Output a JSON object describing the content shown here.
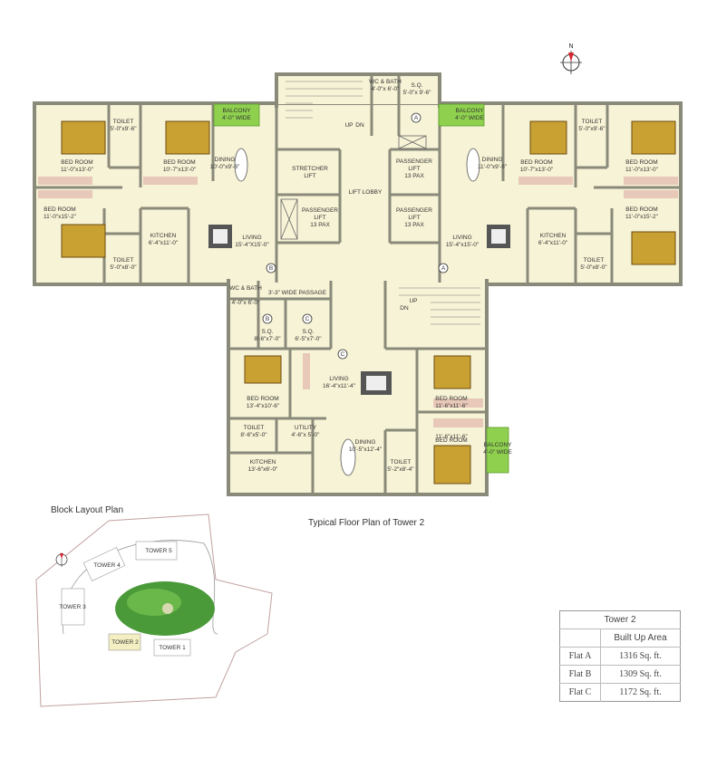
{
  "caption": "Typical Floor Plan of Tower 2",
  "block_layout_title": "Block Layout Plan",
  "compass": "N",
  "colors": {
    "wall": "#8a8a7a",
    "floor": "#f7f3d6",
    "balcony": "#8fd14f",
    "bed": "#c9a032",
    "rug": "#e8c8b8",
    "frame": "#b7af8f"
  },
  "rooms": {
    "bed_a1": {
      "name": "BED ROOM",
      "dim": "11'-0\"x13'-0\""
    },
    "bed_a2": {
      "name": "BED ROOM",
      "dim": "10'-7\"x13'-0\""
    },
    "bed_a3": {
      "name": "BED ROOM",
      "dim": "11'-0\"x15'-2\""
    },
    "toilet_a1": {
      "name": "TOILET",
      "dim": "5'-0\"x9'-6\""
    },
    "toilet_a2": {
      "name": "TOILET",
      "dim": "5'-0\"x8'-0\""
    },
    "balcony_a": {
      "name": "BALCONY",
      "dim": "4'-0\" WIDE"
    },
    "dining_a": {
      "name": "DINING",
      "dim": "10'-0\"x9'-6\""
    },
    "kitchen_a": {
      "name": "KITCHEN",
      "dim": "6'-4\"x11'-0\""
    },
    "living_a": {
      "name": "LIVING",
      "dim": "15'-4\"X15'-0\""
    },
    "bed_r1": {
      "name": "BED ROOM",
      "dim": "10'-7\"x13'-0\""
    },
    "bed_r2": {
      "name": "BED ROOM",
      "dim": "11'-0\"x13'-0\""
    },
    "bed_r3": {
      "name": "BED ROOM",
      "dim": "11'-0\"x15'-2\""
    },
    "toilet_r1": {
      "name": "TOILET",
      "dim": "5'-0\"x9'-6\""
    },
    "toilet_r2": {
      "name": "TOILET",
      "dim": "5'-0\"x8'-0\""
    },
    "balcony_r": {
      "name": "BALCONY",
      "dim": "4'-0\" WIDE"
    },
    "dining_r": {
      "name": "DINING",
      "dim": "11'-0\"x9'-6\""
    },
    "kitchen_r": {
      "name": "KITCHEN",
      "dim": "6'-4\"x11'-0\""
    },
    "living_r": {
      "name": "LIVING",
      "dim": "15'-4\"x15'-0\""
    },
    "wc_top": {
      "name": "WC & BATH",
      "dim": "4'-0\"x 6'-0\""
    },
    "sq_top": {
      "name": "S.Q.",
      "dim": "5'-0\"x 9'-6\""
    },
    "stretcher": {
      "name": "STRETCHER",
      "sub": "LIFT"
    },
    "pass1": {
      "name": "PASSENGER",
      "sub": "LIFT",
      "cap": "13 PAX"
    },
    "pass2": {
      "name": "PASSENGER",
      "sub": "LIFT",
      "cap": "13 PAX"
    },
    "pass3": {
      "name": "PASSENGER",
      "sub": "LIFT",
      "cap": "13 PAX"
    },
    "lobby": {
      "name": "LIFT LOBBY"
    },
    "wc_c": {
      "name": "WC & BATH",
      "dim": "4'-0\"x 6'-0\""
    },
    "passage": {
      "name": "3'-3\" WIDE PASSAGE"
    },
    "sq_b": {
      "name": "S.Q.",
      "dim": "8'-6\"x7'-0\""
    },
    "sq_c": {
      "name": "S.Q.",
      "dim": "6'-5\"x7'-0\""
    },
    "bed_c1": {
      "name": "BED ROOM",
      "dim": "13'-4\"x10'-6\""
    },
    "living_c": {
      "name": "LIVING",
      "dim": "16'-4\"x11'-4\""
    },
    "bed_c2": {
      "name": "BED ROOM",
      "dim": "11'-6\"x11'-6\""
    },
    "bed_c3": {
      "name": "BED ROOM",
      "dim": "11'-6\"x11'-6\""
    },
    "toilet_c1": {
      "name": "TOILET",
      "dim": "8'-6\"x5'-0\""
    },
    "utility": {
      "name": "UTILITY",
      "dim": "4'-6\"x 5'-0\""
    },
    "dining_c": {
      "name": "DINING",
      "dim": "10'-5\"x12'-4\""
    },
    "kitchen_c": {
      "name": "KITCHEN",
      "dim": "13'-6\"x6'-0\""
    },
    "toilet_c2": {
      "name": "TOILET",
      "dim": "5'-2\"x8'-4\""
    },
    "balcony_c": {
      "name": "BALCONY",
      "dim": "4'-0\" WIDE"
    }
  },
  "stairs": {
    "up": "UP",
    "dn": "DN"
  },
  "flat_markers": {
    "a": "A",
    "b": "B",
    "c": "C"
  },
  "towers": {
    "t1": "TOWER 1",
    "t2": "TOWER 2",
    "t3": "TOWER 3",
    "t4": "TOWER 4",
    "t5": "TOWER 5"
  },
  "area_table": {
    "title": "Tower 2",
    "header": "Built Up Area",
    "rows": [
      {
        "flat": "Flat A",
        "area": "1316 Sq. ft."
      },
      {
        "flat": "Flat B",
        "area": "1309 Sq. ft."
      },
      {
        "flat": "Flat C",
        "area": "1172 Sq. ft."
      }
    ]
  }
}
